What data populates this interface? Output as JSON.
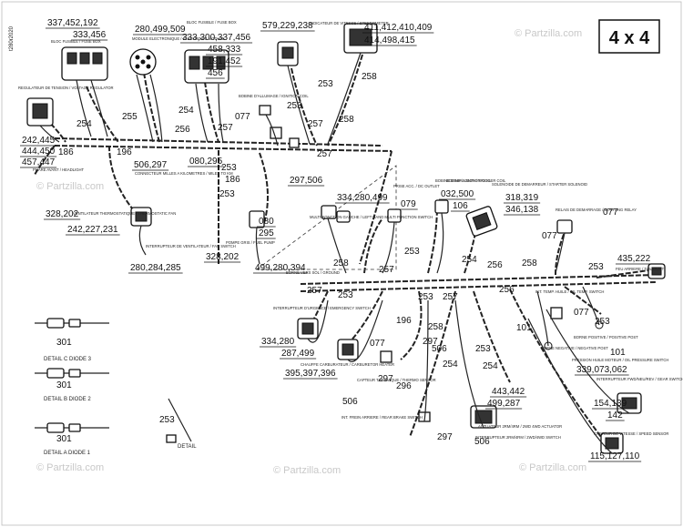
{
  "diagram_code": "4x4",
  "drawing_ref": "t280r2020",
  "watermark": "© Partzilla.com",
  "part_callouts": {
    "c337452192": "337,452,192",
    "c333456": "333,456",
    "c280499509": "280,499,509",
    "c333300337456": "333,300,337,456",
    "c458333": "458,333",
    "c191452": "191,452",
    "c456": "456",
    "c579229238": "579,229,238",
    "c411412410409": "411,412,410,409",
    "c414498415": "414,498,415",
    "c242445": "242,445",
    "c444450": "444,450",
    "c457447": "457,447",
    "c506297": "506,297",
    "c080295": "080,295",
    "c328202a": "328,202",
    "c242227231": "242,227,231",
    "c297506": "297,506",
    "c334280499": "334,280,499",
    "c079": "079",
    "c032500": "032,500",
    "c106": "106",
    "c318319": "318,319",
    "c346138": "346,138",
    "c080": "080",
    "c295": "295",
    "c328202b": "328,202",
    "c280284285": "280,284,285",
    "c499280394": "499,280,394",
    "c435222": "435,222",
    "c334280": "334,280",
    "c287499": "287,499",
    "c395397396": "395,397,396",
    "c339073062": "339,073,062",
    "c443442": "443,442",
    "c499287": "499,287",
    "c154139": "154,139",
    "c142": "142",
    "c115127110": "115,127,110"
  },
  "harness_numbers": {
    "n254a": "254",
    "n255": "255",
    "n196a": "196",
    "n186a": "186",
    "n254b": "254",
    "n256a": "256",
    "n257a": "257",
    "n077a": "077",
    "n253a": "253",
    "n258a": "258",
    "n253b": "253",
    "n257b": "257",
    "n258b": "258",
    "n257c": "257",
    "n186b": "186",
    "n253c": "253",
    "n253d": "253",
    "n077b": "077",
    "n077c": "077",
    "n253e": "253",
    "n258c": "258",
    "n257d": "257",
    "n254c": "254",
    "n256b": "256",
    "n258d": "258",
    "n253f": "253",
    "n257e": "257",
    "n253g": "253",
    "n253h": "253",
    "n257f": "257",
    "n256c": "256",
    "n077d": "077",
    "n253i": "253",
    "n196b": "196",
    "n258e": "258",
    "n101a": "101",
    "n077e": "077",
    "n297a": "297",
    "n506a": "506",
    "n253j": "253",
    "n101b": "101",
    "n254d": "254",
    "n297b": "297",
    "n296": "296",
    "n254e": "254",
    "n506b": "506",
    "n297c": "297",
    "n506c": "506",
    "n301a": "301",
    "n301b": "301",
    "n301c": "301",
    "n253k": "253"
  },
  "details": {
    "c": "DETAIL C DIODE 3",
    "b": "DETAIL B DIODE 2",
    "a": "DETAIL A DIODE 1",
    "plain": "DETAIL"
  },
  "small_captions": {
    "t1": "BLOC FUSIBLE / FUSE BOX",
    "t2": "MODULE ELECTRONIQUE / ELECTRONIC MODULE",
    "t3": "BLOC FUSIBLE / FUSE BOX",
    "t4": "INDICATEUR DE VITESSE / SPEEDOMETER",
    "t5": "REGULATEUR DE TENSION / VOLTAGE REGULATOR",
    "t6": "BOBINE D'ALLUMAGE / IGNITION COIL",
    "t7": "CONNECTEUR MILLES A KILOMETRES / MILES TO KM",
    "t8": "VENTILATEUR THERMOSTATIQUE / THERMOSTATIC FAN",
    "t9": "INTERRUPTEUR DE VENTILATEUR / FAN SWITCH",
    "t10": "PHARE AVANT / HEADLIGHT",
    "t11": "POMPE GRIS / FUEL PUMP",
    "t12": "MULTI-FONCTION GAUCHE / LEFT HAND MULTI FUNCTION SWITCH",
    "t13": "PRISE ACC. / DC OUTLET",
    "t14": "BOBINE D'IMPULSION / TRIGGER COIL",
    "t15": "SOLENOIDE DE DEMARREUR / STARTER SOLENOID",
    "t16": "RELAIS DE DEMARRAGE / STARTING RELAY",
    "t17": "FEU ARRIERE / TAIL LIGHT",
    "t18": "INTERRUPTEUR D'URGENCE / EMERGENCY SWITCH",
    "t19": "INT. TEMP. HUILE / OIL TEMP. SWITCH",
    "t20": "BORNE POSITIVE / POSITIVE POST",
    "t21": "BORNE NEGATIVE / NEGATIVE POST",
    "t22": "PRESSION HUILE MOTEUR / OIL PRESSURE SWITCH",
    "t23": "INTERRUPTEUR FWD/NEU/REV / GEAR SWITCH",
    "t24": "CAPTEUR DE VITESSE / SPEED SENSOR",
    "t25": "CHAUFFE CARBURATEUR / CARBURETOR HEATER",
    "t26": "INT. FREIN ARRIERE / REAR BRAKE SWITCH",
    "t27": "ACTUATEUR 2RM/4RM / 2WD 4WD ACTUATOR",
    "t28": "INTERRUPTEUR 2RM/4RM / 2WD/4WD SWITCH",
    "t29": "BOBINE / IGNITION COIL",
    "t30": "CAPTEUR THERMIQUE / THERMO SENSOR",
    "t31": "BORNE VERS SOL / GROUND"
  }
}
